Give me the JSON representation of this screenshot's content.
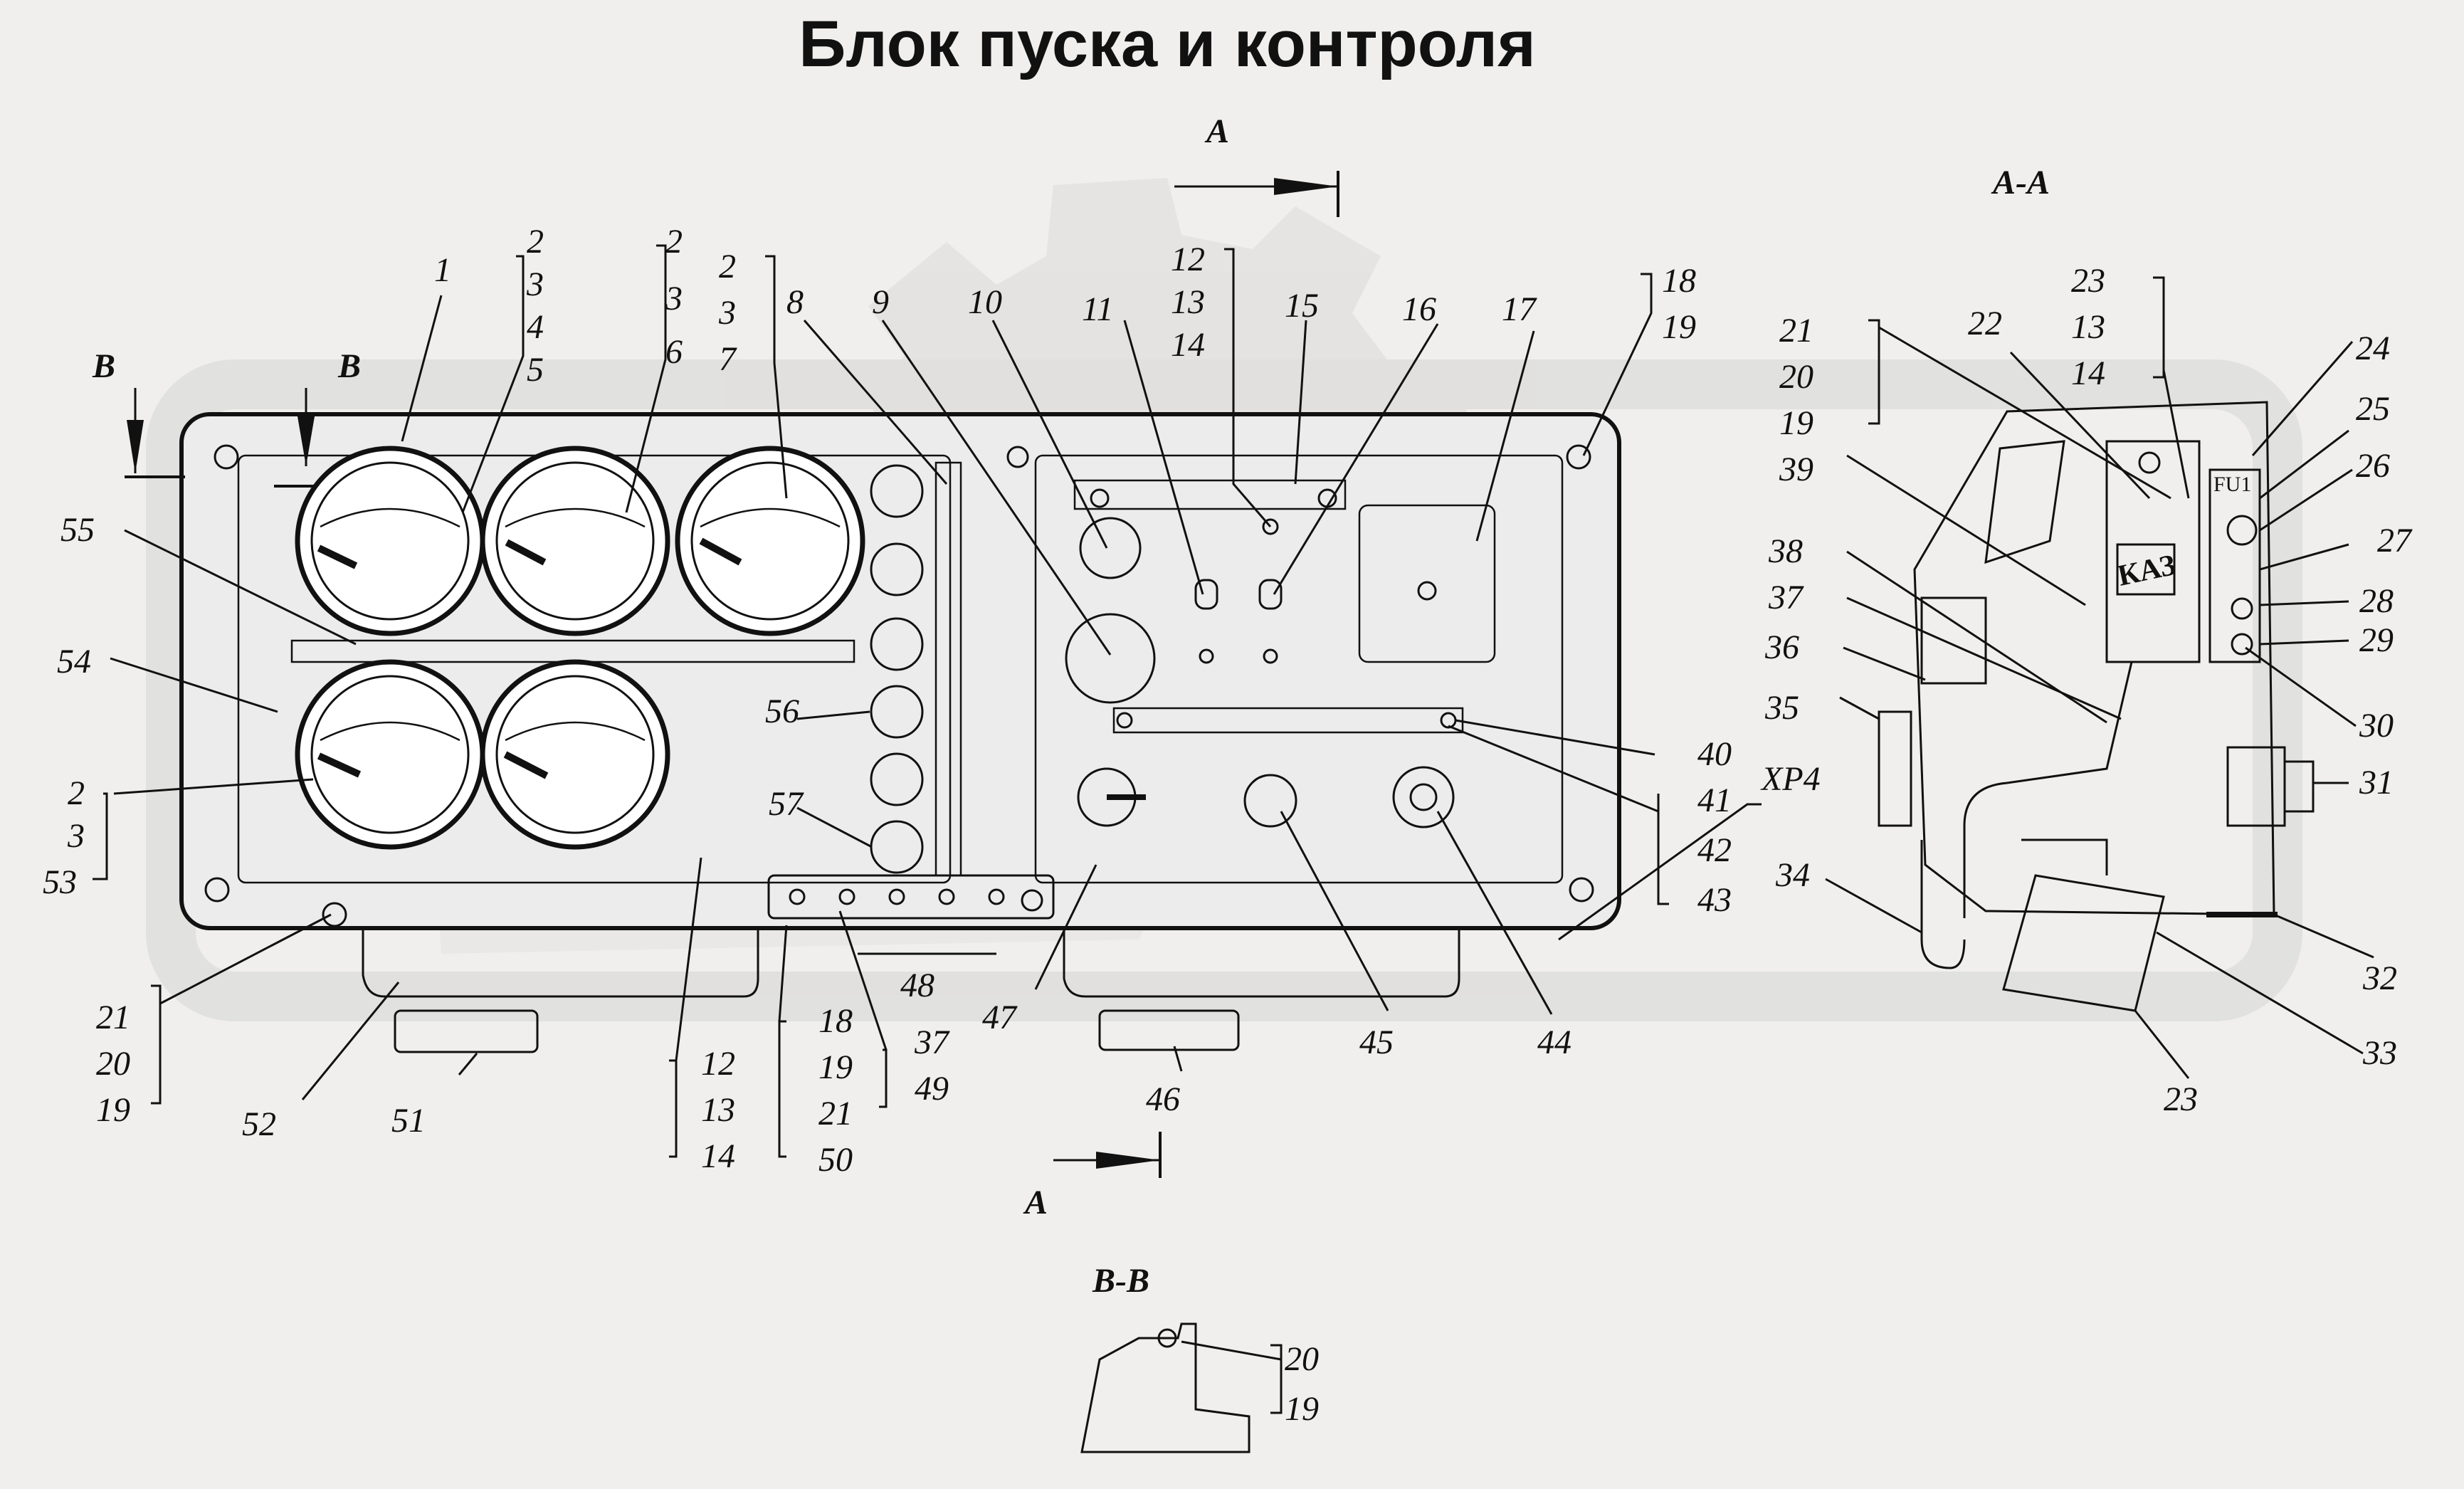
{
  "title": "Блок пуска и контроля",
  "sections": {
    "view_a_top": "А",
    "view_a_bottom": "А",
    "view_b_left": "В",
    "view_b_right": "В",
    "section_aa": "А-А",
    "section_bb": "В-В",
    "connector": "ХР4",
    "fuse": "FU1",
    "relay": "КАЗ"
  },
  "callouts": [
    {
      "id": "c1",
      "text": "1"
    },
    {
      "id": "c2a",
      "text": "2"
    },
    {
      "id": "c3a",
      "text": "3"
    },
    {
      "id": "c4",
      "text": "4"
    },
    {
      "id": "c5",
      "text": "5"
    },
    {
      "id": "c2b",
      "text": "2"
    },
    {
      "id": "c3b",
      "text": "3"
    },
    {
      "id": "c6",
      "text": "6"
    },
    {
      "id": "c2c",
      "text": "2"
    },
    {
      "id": "c3c",
      "text": "3"
    },
    {
      "id": "c7",
      "text": "7"
    },
    {
      "id": "c8",
      "text": "8"
    },
    {
      "id": "c9",
      "text": "9"
    },
    {
      "id": "c10",
      "text": "10"
    },
    {
      "id": "c11",
      "text": "11"
    },
    {
      "id": "c12a",
      "text": "12"
    },
    {
      "id": "c13a",
      "text": "13"
    },
    {
      "id": "c14a",
      "text": "14"
    },
    {
      "id": "c15",
      "text": "15"
    },
    {
      "id": "c16",
      "text": "16"
    },
    {
      "id": "c17",
      "text": "17"
    },
    {
      "id": "c18a",
      "text": "18"
    },
    {
      "id": "c19a",
      "text": "19"
    },
    {
      "id": "c55",
      "text": "55"
    },
    {
      "id": "c54",
      "text": "54"
    },
    {
      "id": "c2d",
      "text": "2"
    },
    {
      "id": "c3d",
      "text": "3"
    },
    {
      "id": "c53",
      "text": "53"
    },
    {
      "id": "c56",
      "text": "56"
    },
    {
      "id": "c57",
      "text": "57"
    },
    {
      "id": "c21a",
      "text": "21"
    },
    {
      "id": "c20a",
      "text": "20"
    },
    {
      "id": "c19b",
      "text": "19"
    },
    {
      "id": "c52",
      "text": "52"
    },
    {
      "id": "c51",
      "text": "51"
    },
    {
      "id": "c12b",
      "text": "12"
    },
    {
      "id": "c13b",
      "text": "13"
    },
    {
      "id": "c14b",
      "text": "14"
    },
    {
      "id": "c18b",
      "text": "18"
    },
    {
      "id": "c19c",
      "text": "19"
    },
    {
      "id": "c21b",
      "text": "21"
    },
    {
      "id": "c50",
      "text": "50"
    },
    {
      "id": "c37a",
      "text": "37"
    },
    {
      "id": "c49",
      "text": "49"
    },
    {
      "id": "c48",
      "text": "48"
    },
    {
      "id": "c47",
      "text": "47"
    },
    {
      "id": "c46",
      "text": "46"
    },
    {
      "id": "c45",
      "text": "45"
    },
    {
      "id": "c44",
      "text": "44"
    },
    {
      "id": "c40",
      "text": "40"
    },
    {
      "id": "c41",
      "text": "41"
    },
    {
      "id": "c42",
      "text": "42"
    },
    {
      "id": "c43",
      "text": "43"
    },
    {
      "id": "c21c",
      "text": "21"
    },
    {
      "id": "c20b",
      "text": "20"
    },
    {
      "id": "c19d",
      "text": "19"
    },
    {
      "id": "c39",
      "text": "39"
    },
    {
      "id": "c38",
      "text": "38"
    },
    {
      "id": "c37b",
      "text": "37"
    },
    {
      "id": "c36",
      "text": "36"
    },
    {
      "id": "c35",
      "text": "35"
    },
    {
      "id": "c34",
      "text": "34"
    },
    {
      "id": "c22",
      "text": "22"
    },
    {
      "id": "c23a",
      "text": "23"
    },
    {
      "id": "c13c",
      "text": "13"
    },
    {
      "id": "c14c",
      "text": "14"
    },
    {
      "id": "c24",
      "text": "24"
    },
    {
      "id": "c25",
      "text": "25"
    },
    {
      "id": "c26",
      "text": "26"
    },
    {
      "id": "c27",
      "text": "27"
    },
    {
      "id": "c28",
      "text": "28"
    },
    {
      "id": "c29",
      "text": "29"
    },
    {
      "id": "c30",
      "text": "30"
    },
    {
      "id": "c31",
      "text": "31"
    },
    {
      "id": "c32",
      "text": "32"
    },
    {
      "id": "c33",
      "text": "33"
    },
    {
      "id": "c23b",
      "text": "23"
    },
    {
      "id": "c20c",
      "text": "20"
    },
    {
      "id": "c19e",
      "text": "19"
    }
  ]
}
